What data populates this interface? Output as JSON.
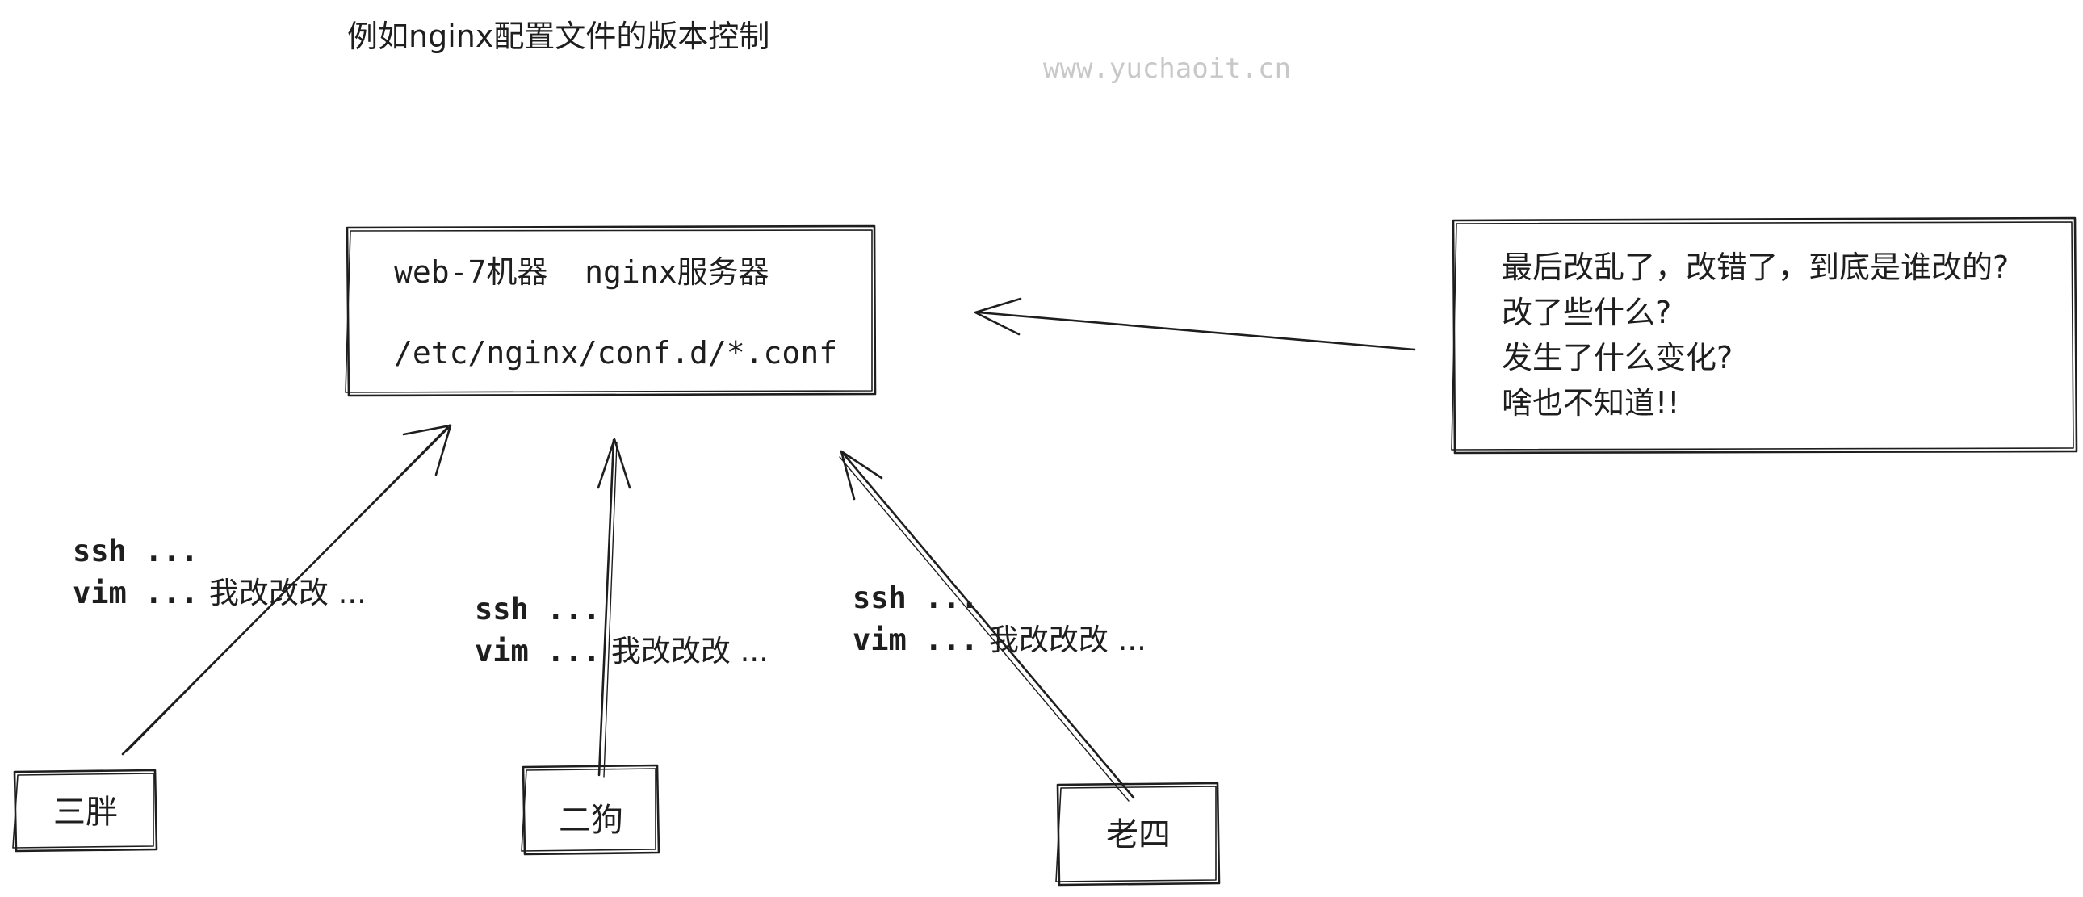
{
  "title": "例如nginx配置文件的版本控制",
  "watermark": "www.yuchaoit.cn",
  "server": {
    "line1": "web-7机器  nginx服务器",
    "line2": "/etc/nginx/conf.d/*.conf"
  },
  "note": {
    "lines": [
      "最后改乱了，改错了，到底是谁改的?",
      "改了些什么?",
      "发生了什么变化?",
      "啥也不知道!!"
    ]
  },
  "users": [
    {
      "name": "三胖",
      "ssh": "ssh ...",
      "vim": "vim ...",
      "action": "我改改改 ..."
    },
    {
      "name": "二狗",
      "ssh": "ssh ...",
      "vim": "vim ...",
      "action": "我改改改 ..."
    },
    {
      "name": "老四",
      "ssh": "ssh ...",
      "vim": "vim ...",
      "action": "我改改改 ..."
    }
  ],
  "colors": {
    "stroke": "#1e1e1e",
    "watermark": "#c8c8c8",
    "background": "#ffffff"
  }
}
